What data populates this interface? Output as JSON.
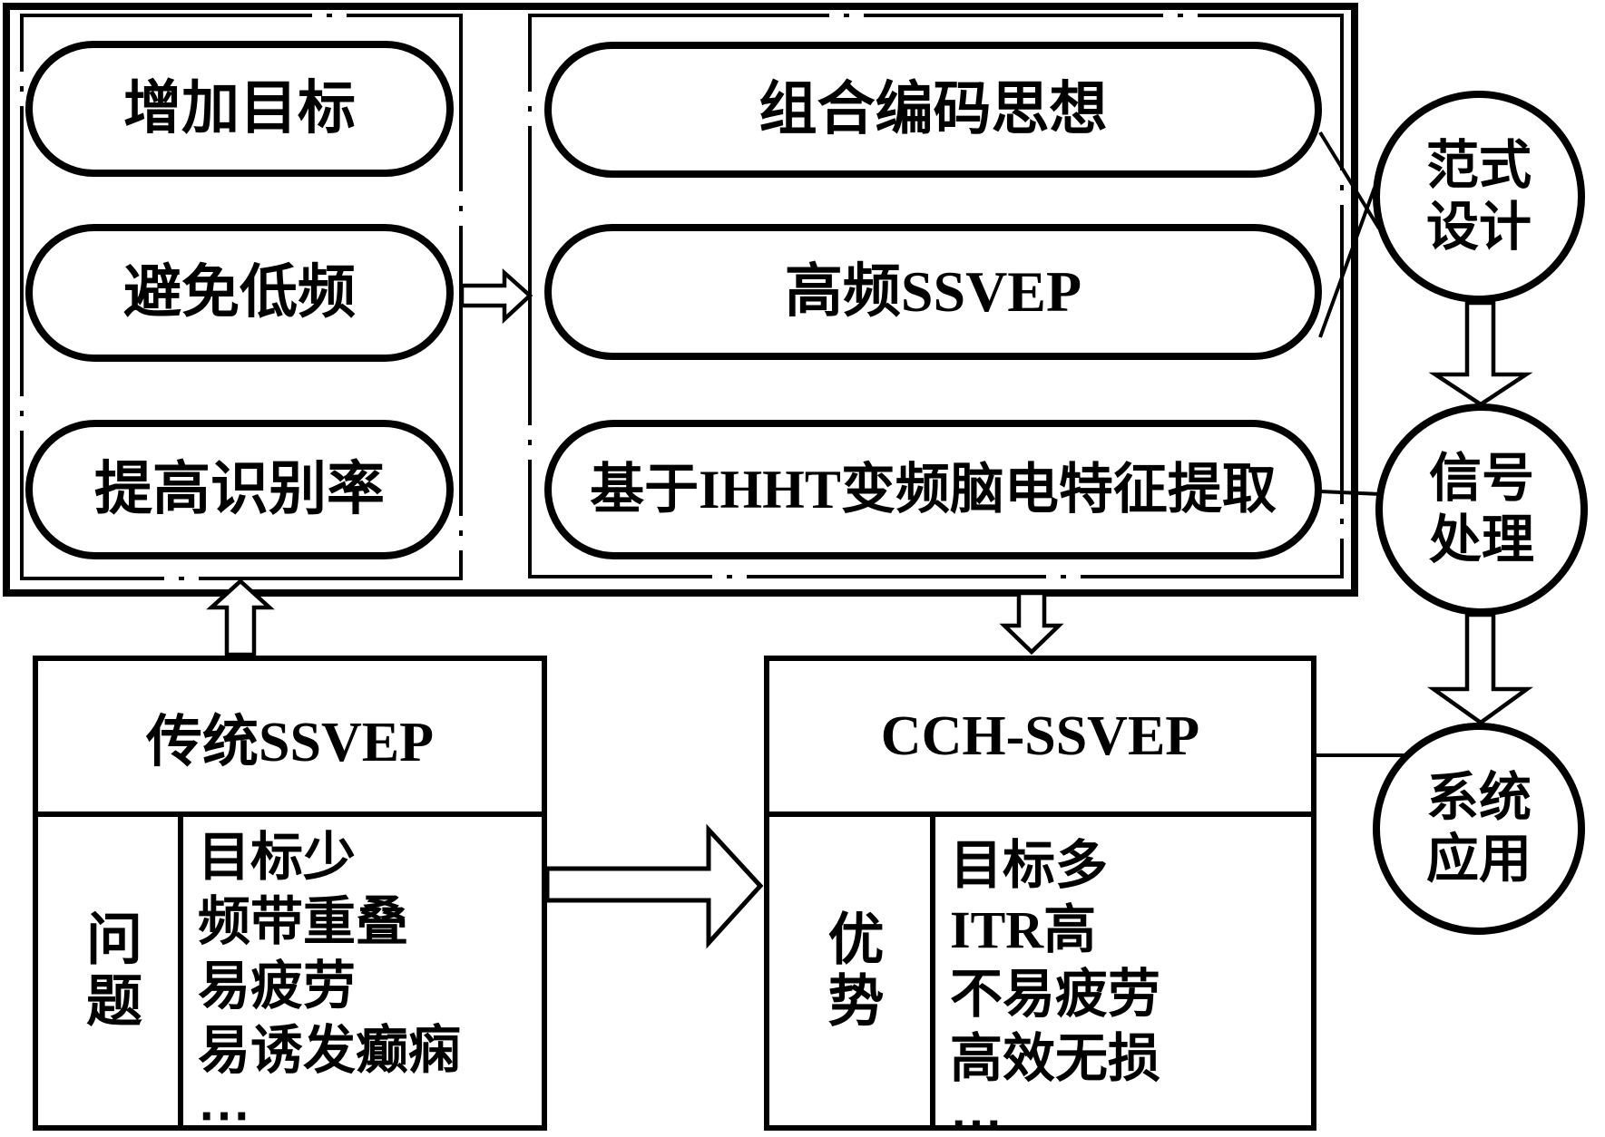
{
  "colors": {
    "ink": "#000000",
    "background": "#ffffff"
  },
  "top_panel": {
    "goals": [
      "增加目标",
      "避免低频",
      "提高识别率"
    ],
    "methods": [
      "组合编码思想",
      "高频SSVEP",
      "基于IHHT变频脑电特征提取"
    ]
  },
  "stages": [
    {
      "line1": "范式",
      "line2": "设计"
    },
    {
      "line1": "信号",
      "line2": "处理"
    },
    {
      "line1": "系统",
      "line2": "应用"
    }
  ],
  "traditional_ssvep": {
    "title": "传统SSVEP",
    "row_label": "问题",
    "items": [
      "目标少",
      "频带重叠",
      "易疲劳",
      "易诱发癫痫",
      "⋯"
    ]
  },
  "cch_ssvep": {
    "title": "CCH-SSVEP",
    "row_label": "优势",
    "items": [
      "目标多",
      "ITR高",
      "不易疲劳",
      "高效无损",
      "⋯"
    ]
  }
}
